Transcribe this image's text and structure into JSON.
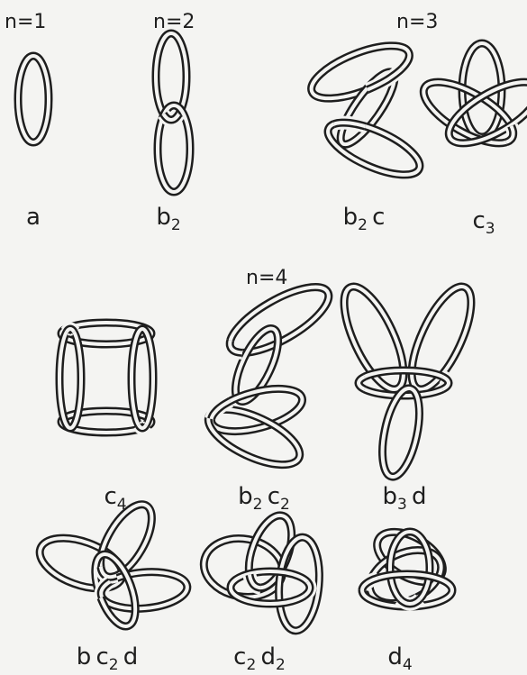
{
  "headers": {
    "n1": "n=1",
    "n2": "n=2",
    "n3": "n=3",
    "n4": "n=4"
  },
  "labels": [
    {
      "id": "a",
      "parts": [
        [
          "a",
          ""
        ]
      ]
    },
    {
      "id": "b2",
      "parts": [
        [
          "b",
          "2"
        ]
      ]
    },
    {
      "id": "b2c",
      "parts": [
        [
          "b",
          "2"
        ],
        [
          "c",
          ""
        ]
      ]
    },
    {
      "id": "c3",
      "parts": [
        [
          "c",
          "3"
        ]
      ]
    },
    {
      "id": "c4",
      "parts": [
        [
          "c",
          "4"
        ]
      ]
    },
    {
      "id": "b2c2",
      "parts": [
        [
          "b",
          "2"
        ],
        [
          "c",
          "2"
        ]
      ]
    },
    {
      "id": "b3d",
      "parts": [
        [
          "b",
          "3"
        ],
        [
          "d",
          ""
        ]
      ]
    },
    {
      "id": "bc2d",
      "parts": [
        [
          "b",
          ""
        ],
        [
          "c",
          "2"
        ],
        [
          "d",
          ""
        ]
      ]
    },
    {
      "id": "c2d2",
      "parts": [
        [
          "c",
          "2"
        ],
        [
          "d",
          "2"
        ]
      ]
    },
    {
      "id": "d4",
      "parts": [
        [
          "d",
          "4"
        ]
      ]
    }
  ],
  "colors": {
    "ink": "#1e1e1e",
    "paper": "#f4f4f2"
  }
}
